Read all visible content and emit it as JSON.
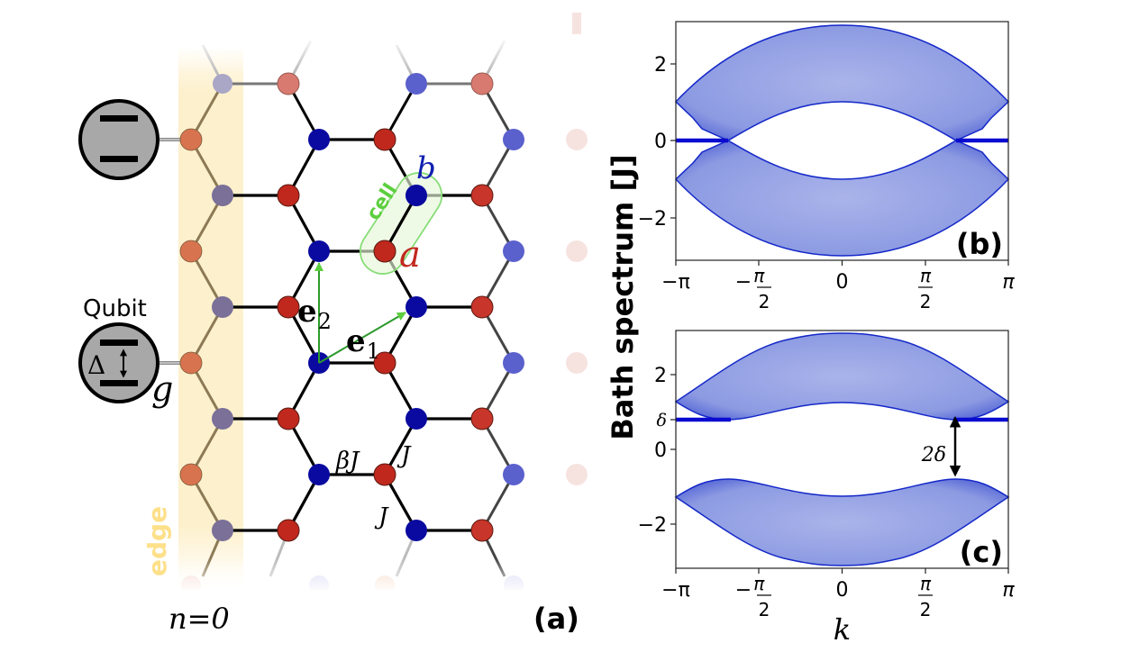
{
  "figure": {
    "panel_a": {
      "label": "(a)",
      "qubit_label": "Qubit",
      "delta_label": "Δ",
      "coupling_label": "g",
      "edge_label": "edge",
      "n_label": "n=0",
      "cell_label": "cell",
      "site_a_label": "a",
      "site_b_label": "b",
      "e1_label": "e",
      "e1_sub": "1",
      "e2_label": "e",
      "e2_sub": "2",
      "hop_beta_label": "βJ",
      "hop_j_label_1": "J",
      "hop_j_label_2": "J",
      "colors": {
        "site_a": "#c0281e",
        "site_b": "#0a0aa0",
        "edge_a": "#d8734f",
        "edge_b": "#7a7098",
        "edge_band": "#fdf0cc",
        "cell": "#6fd65a",
        "qubit": "#a8a8a8"
      }
    },
    "ylabel": "Bath spectrum [J]"
  },
  "chart_data": [
    {
      "type": "area",
      "panel": "(b)",
      "title": "",
      "xlabel": "",
      "ylabel": "Bath spectrum [J]",
      "xticks": [
        "−π",
        "−π/2",
        "0",
        "π/2",
        "π"
      ],
      "yticks": [
        "2",
        "0",
        "−2"
      ],
      "xlim": [
        -3.1416,
        3.1416
      ],
      "ylim": [
        -3.1,
        3.1
      ],
      "grid": false,
      "series": [
        {
          "name": "upper band top",
          "x": [
            -3.1416,
            -1.5708,
            0,
            1.5708,
            3.1416
          ],
          "values": [
            1.0,
            2.24,
            3.0,
            2.24,
            1.0
          ]
        },
        {
          "name": "upper band bottom",
          "x": [
            -3.1416,
            -2.09,
            -1.5708,
            0,
            1.5708,
            2.09,
            3.1416
          ],
          "values": [
            1.0,
            0.0,
            0.41,
            1.0,
            0.41,
            0.0,
            1.0
          ]
        },
        {
          "name": "lower band top",
          "x": [
            -3.1416,
            -2.09,
            -1.5708,
            0,
            1.5708,
            2.09,
            3.1416
          ],
          "values": [
            -1.0,
            0.0,
            -0.41,
            -1.0,
            -0.41,
            0.0,
            -1.0
          ]
        },
        {
          "name": "lower band bottom",
          "x": [
            -3.1416,
            -1.5708,
            0,
            1.5708,
            3.1416
          ],
          "values": [
            -1.0,
            -2.24,
            -3.0,
            -2.24,
            -1.0
          ]
        },
        {
          "name": "edge state",
          "x": [
            -3.1416,
            -2.09,
            2.09,
            3.1416
          ],
          "values": [
            0,
            0,
            0,
            0
          ],
          "segments": [
            [
              -3.1416,
              -2.09
            ],
            [
              2.09,
              3.1416
            ]
          ]
        }
      ]
    },
    {
      "type": "area",
      "panel": "(c)",
      "title": "",
      "xlabel": "k",
      "ylabel": "Bath spectrum [J]",
      "xticks": [
        "−π",
        "−π/2",
        "0",
        "π/2",
        "π"
      ],
      "yticks": [
        "2",
        "δ",
        "0",
        "−2"
      ],
      "xlim": [
        -3.1416,
        3.1416
      ],
      "ylim": [
        -3.1,
        3.1
      ],
      "grid": false,
      "annotations": [
        "2δ"
      ],
      "delta": 0.8,
      "series": [
        {
          "name": "upper band top",
          "x": [
            -3.1416,
            -1.5708,
            0,
            1.5708,
            3.1416
          ],
          "values": [
            1.28,
            2.6,
            3.28,
            2.6,
            1.28
          ]
        },
        {
          "name": "upper band bottom",
          "x": [
            -3.1416,
            -2.09,
            -1.5708,
            0,
            1.5708,
            2.09,
            3.1416
          ],
          "values": [
            1.28,
            0.8,
            0.92,
            1.28,
            0.92,
            0.8,
            1.28
          ]
        },
        {
          "name": "lower band top",
          "x": [
            -3.1416,
            -2.09,
            -1.5708,
            0,
            1.5708,
            2.09,
            3.1416
          ],
          "values": [
            -1.28,
            -0.8,
            -0.92,
            -1.28,
            -0.92,
            -0.8,
            -1.28
          ]
        },
        {
          "name": "lower band bottom",
          "x": [
            -3.1416,
            -1.5708,
            0,
            1.5708,
            3.1416
          ],
          "values": [
            -1.28,
            -2.6,
            -3.28,
            -2.6,
            -1.28
          ]
        },
        {
          "name": "edge state",
          "values": [
            0.8,
            0.8
          ],
          "segments": [
            [
              -3.1416,
              -2.09
            ],
            [
              2.09,
              3.1416
            ]
          ]
        }
      ]
    }
  ],
  "panel_b": {
    "label": "(b)",
    "xticks": [
      "−π",
      "−",
      "0",
      "",
      "π"
    ],
    "yticks": [
      "2",
      "0",
      "−2"
    ]
  },
  "panel_c": {
    "label": "(c)",
    "xlabel": "k",
    "yticks": [
      "2",
      "δ",
      "0",
      "−2"
    ],
    "gap_label": "2δ"
  },
  "ticks": {
    "pi": "π",
    "minus_pi": "−π",
    "zero": "0",
    "two": "2",
    "minus": "−"
  }
}
